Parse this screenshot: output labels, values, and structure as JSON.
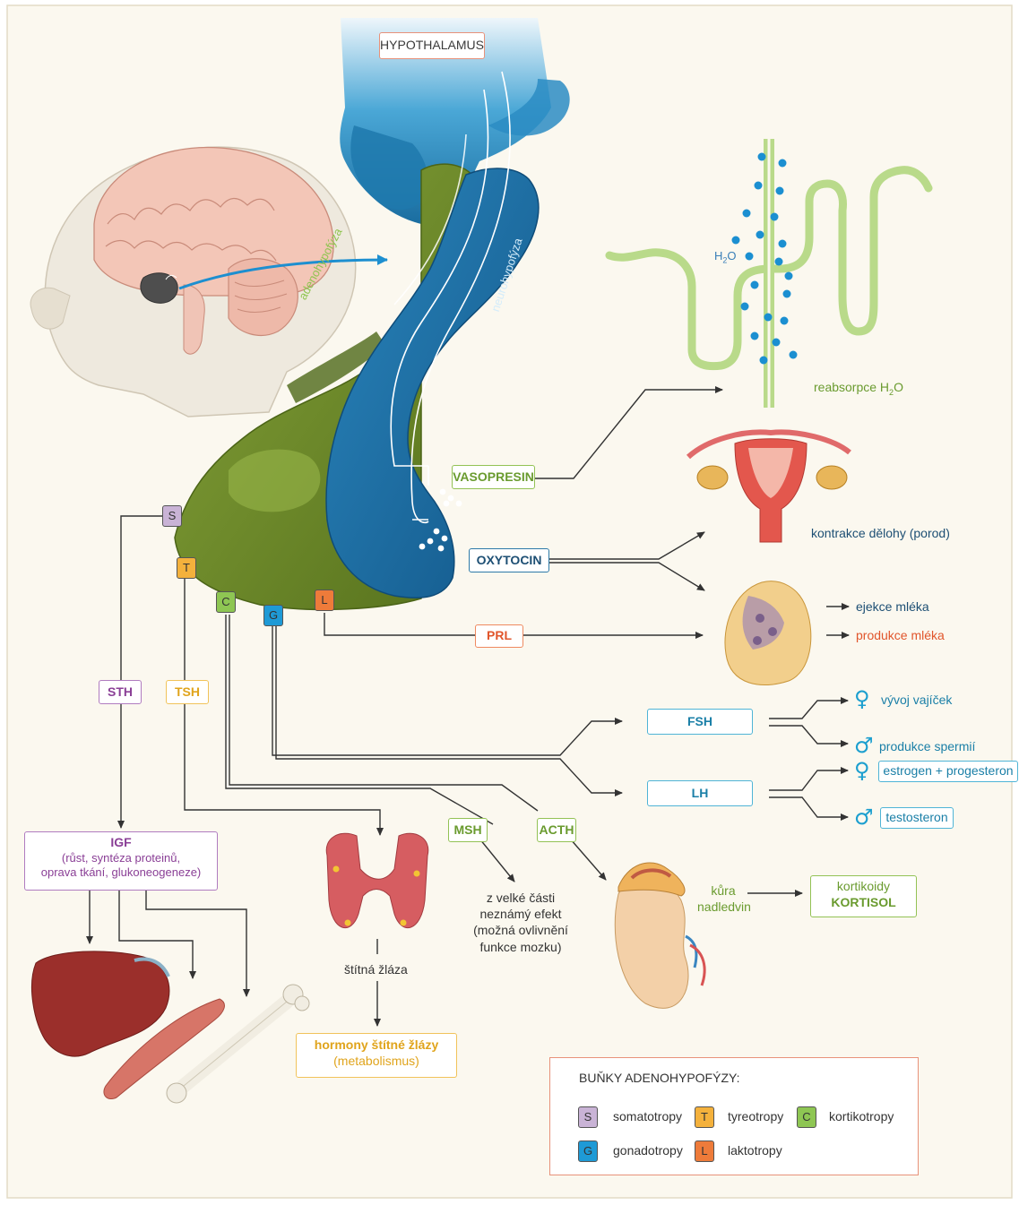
{
  "labels": {
    "hypothalamus": "HYPOTHALAMUS",
    "adenohypofyza": "adenohypofýza",
    "neurohypofyza": "neurohypofýza",
    "vasopresin": "VASOPRESIN",
    "oxytocin": "OXYTOCIN",
    "h2o_base": "H",
    "h2o_sub": "2",
    "h2o_tail": "O",
    "reabsorpce_base": "reabsorpce H",
    "reabsorpce_sub": "2",
    "reabsorpce_tail": "O",
    "kontrakce": "kontrakce dělohy (porod)",
    "ejekce": "ejekce mléka",
    "produkce_mleka": "produkce mléka",
    "prl": "PRL",
    "fsh": "FSH",
    "lh": "LH",
    "vyvoj": "vývoj vajíček",
    "spermie": "produkce spermií",
    "estrogen": "estrogen + progesteron",
    "testosteron": "testosteron",
    "sth": "STH",
    "tsh": "TSH",
    "msh": "MSH",
    "acth": "ACTH",
    "igf_title": "IGF",
    "igf_line1": "(růst, syntéza proteinů,",
    "igf_line2": "oprava tkání, glukoneogeneze)",
    "stitna": "štítná žláza",
    "hormony_title": "hormony štítné žlázy",
    "hormony_sub": "(metabolismus)",
    "msh_effect_1": "z velké části",
    "msh_effect_2": "neznámý efekt",
    "msh_effect_3": "(možná ovlivnění",
    "msh_effect_4": "funkce mozku)",
    "kura_1": "kůra",
    "kura_2": "nadledvin",
    "kortikoidy": "kortikoidy",
    "kortisol": "KORTISOL",
    "female_symbol": "♀",
    "male_symbol": "♂"
  },
  "cells": {
    "s": "S",
    "t": "T",
    "c": "C",
    "g": "G",
    "l": "L"
  },
  "legend": {
    "title": "BUŇKY ADENOHYPOFÝZY:",
    "items": [
      {
        "code": "S",
        "name": "somatotropy",
        "color": "#c9b3d6"
      },
      {
        "code": "T",
        "name": "tyreotropy",
        "color": "#f4b13c"
      },
      {
        "code": "C",
        "name": "kortikotropy",
        "color": "#8ec653"
      },
      {
        "code": "G",
        "name": "gonadotropy",
        "color": "#1e9ad6"
      },
      {
        "code": "L",
        "name": "laktotropy",
        "color": "#ee7b3a"
      }
    ]
  },
  "colors": {
    "adeno": "#6f8a2a",
    "neuro": "#1b6fa1",
    "hypothalamus": "#2a8ec4",
    "arrow": "#333333",
    "kidney_tube": "#b9da8a",
    "water_dot": "#1b8fd1",
    "border": "#e8927a"
  }
}
